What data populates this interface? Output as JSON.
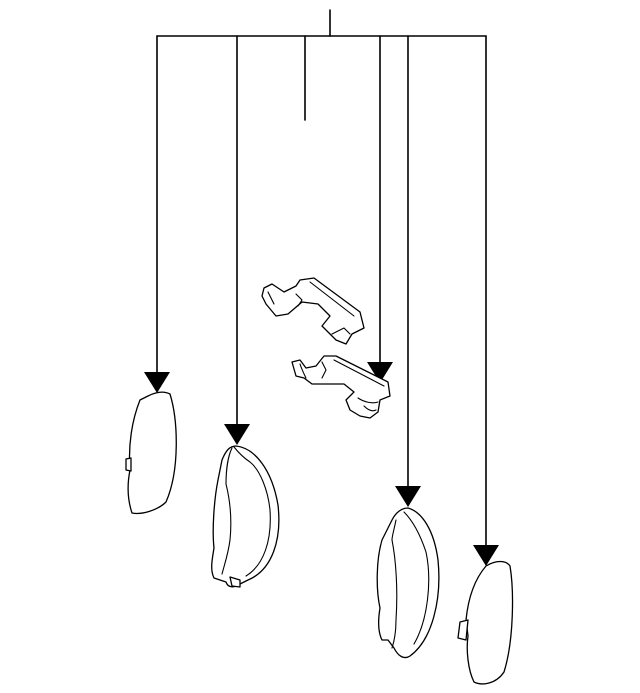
{
  "diagram": {
    "type": "exploded-parts-illustration",
    "parts": [
      {
        "name": "brake-pad",
        "count": 4
      },
      {
        "name": "anti-rattle-clip",
        "count": 2
      }
    ],
    "leader_lines": 6,
    "colors": {
      "line": "#000000",
      "background": "#ffffff"
    }
  }
}
